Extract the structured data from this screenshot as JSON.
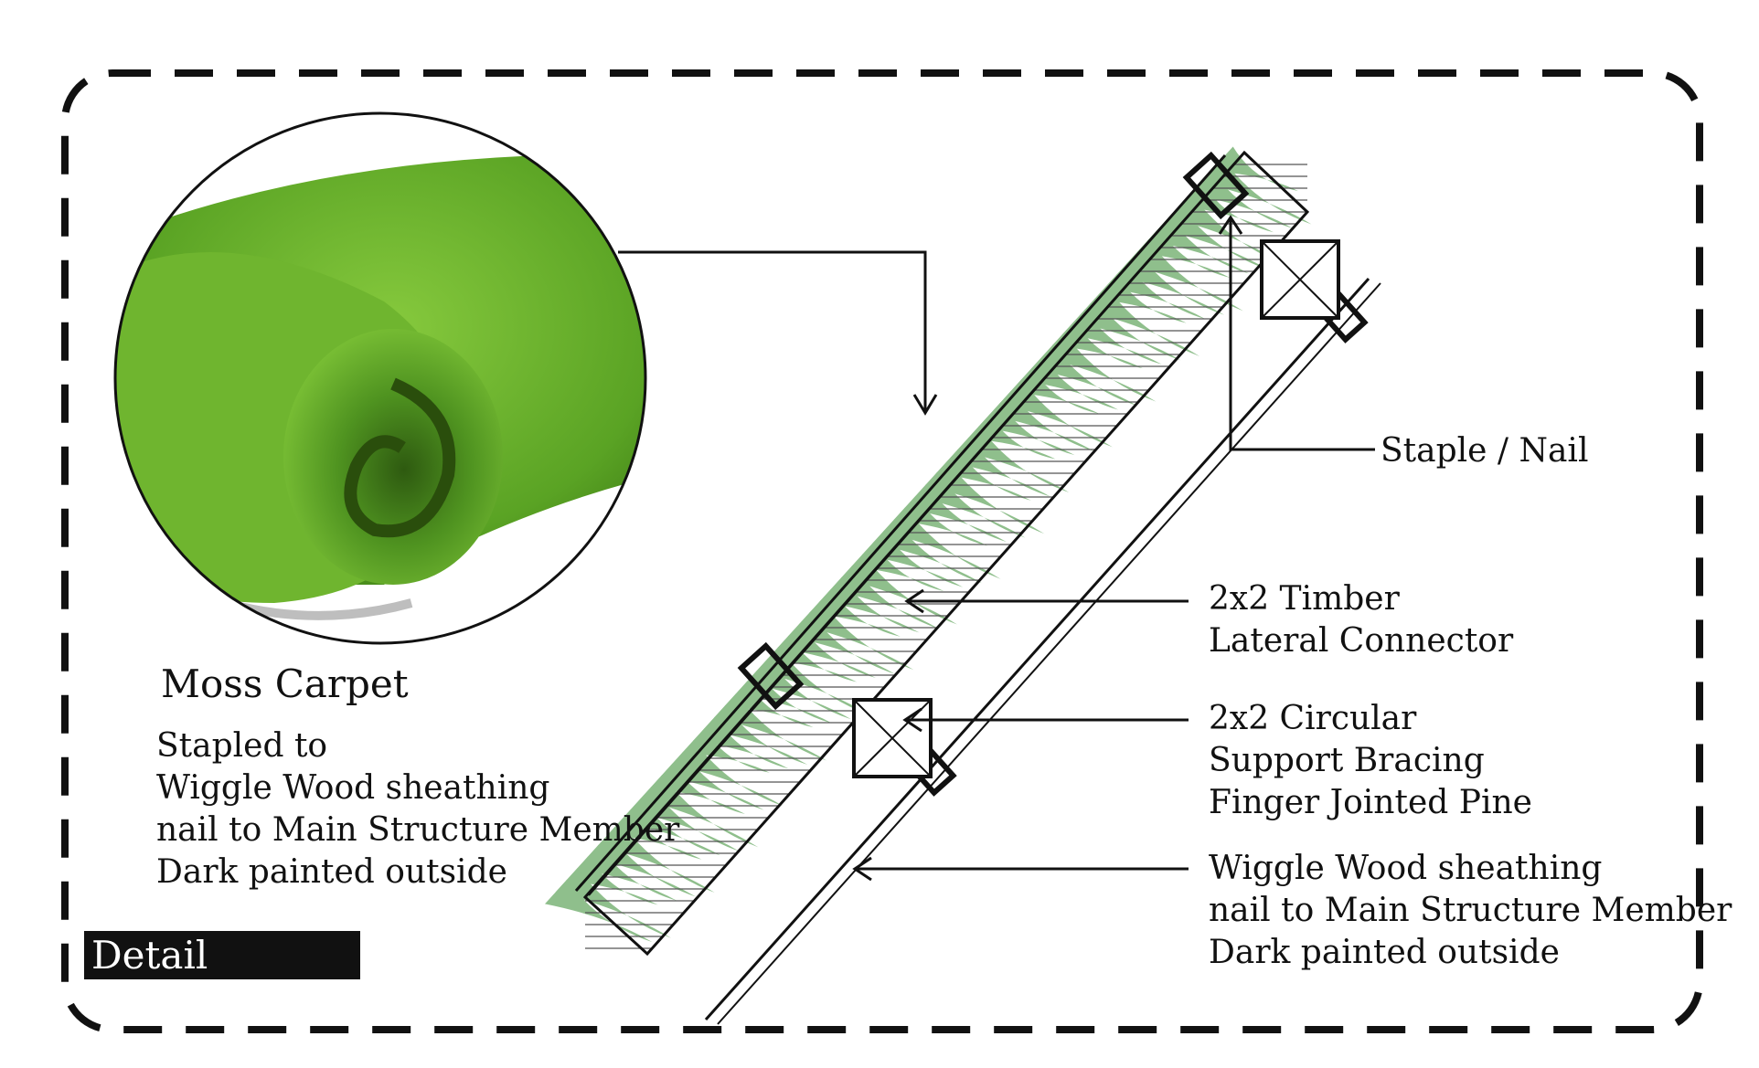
{
  "diagram": {
    "moss_title": "Moss Carpet",
    "moss_description": [
      "Stapled to",
      "Wiggle Wood sheathing",
      "nail to Main Structure Member",
      "Dark painted outside"
    ],
    "labels": {
      "staple": [
        "Staple / Nail"
      ],
      "timber": [
        "2x2 Timber",
        "Lateral Connector"
      ],
      "bracing": [
        "2x2 Circular",
        "Support Bracing",
        "Finger Jointed Pine"
      ],
      "sheathing": [
        "Wiggle Wood sheathing",
        "nail to Main Structure Member",
        "Dark painted outside"
      ]
    },
    "tag": "Detail"
  },
  "colors": {
    "line": "#111111",
    "grass": "#8fbf8c",
    "moss_light": "#7fc23a",
    "moss_dark": "#3c7a14",
    "hatch": "#555555"
  }
}
